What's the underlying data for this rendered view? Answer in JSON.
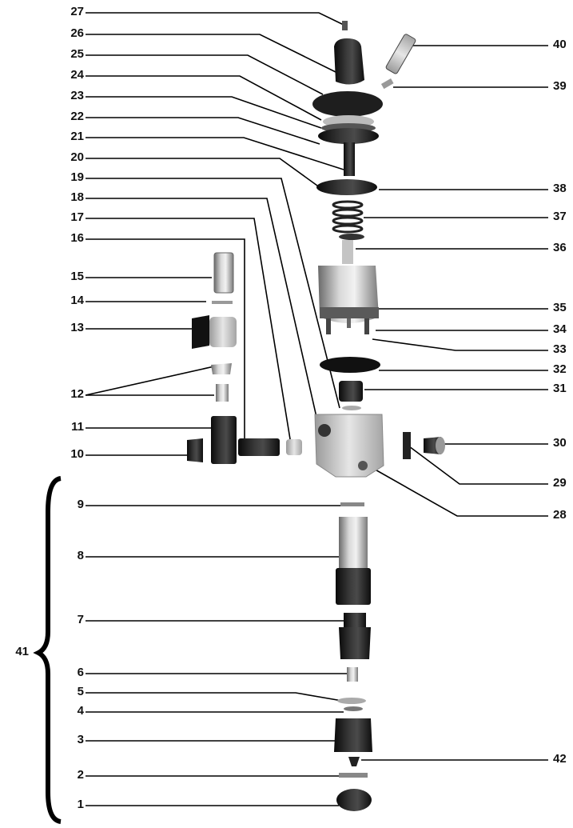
{
  "diagram": {
    "type": "exploded-parts-diagram",
    "callouts": [
      {
        "key": "c27",
        "text": "27"
      },
      {
        "key": "c26",
        "text": "26"
      },
      {
        "key": "c25",
        "text": "25"
      },
      {
        "key": "c24",
        "text": "24"
      },
      {
        "key": "c23",
        "text": "23"
      },
      {
        "key": "c22",
        "text": "22"
      },
      {
        "key": "c21",
        "text": "21"
      },
      {
        "key": "c20",
        "text": "20"
      },
      {
        "key": "c19",
        "text": "19"
      },
      {
        "key": "c18",
        "text": "18"
      },
      {
        "key": "c17",
        "text": "17"
      },
      {
        "key": "c16",
        "text": "16"
      },
      {
        "key": "c15",
        "text": "15"
      },
      {
        "key": "c14",
        "text": "14"
      },
      {
        "key": "c13",
        "text": "13"
      },
      {
        "key": "c12",
        "text": "12"
      },
      {
        "key": "c11",
        "text": "11"
      },
      {
        "key": "c10",
        "text": "10"
      },
      {
        "key": "c9",
        "text": "9"
      },
      {
        "key": "c8",
        "text": "8"
      },
      {
        "key": "c7",
        "text": "7"
      },
      {
        "key": "c6",
        "text": "6"
      },
      {
        "key": "c5",
        "text": "5"
      },
      {
        "key": "c4",
        "text": "4"
      },
      {
        "key": "c3",
        "text": "3"
      },
      {
        "key": "c2",
        "text": "2"
      },
      {
        "key": "c1",
        "text": "1"
      },
      {
        "key": "c40",
        "text": "40"
      },
      {
        "key": "c39",
        "text": "39"
      },
      {
        "key": "c38",
        "text": "38"
      },
      {
        "key": "c37",
        "text": "37"
      },
      {
        "key": "c36",
        "text": "36"
      },
      {
        "key": "c35",
        "text": "35"
      },
      {
        "key": "c34",
        "text": "34"
      },
      {
        "key": "c33",
        "text": "33"
      },
      {
        "key": "c32",
        "text": "32"
      },
      {
        "key": "c31",
        "text": "31"
      },
      {
        "key": "c30",
        "text": "30"
      },
      {
        "key": "c29",
        "text": "29"
      },
      {
        "key": "c28",
        "text": "28"
      },
      {
        "key": "c42",
        "text": "42"
      },
      {
        "key": "c41",
        "text": "41"
      }
    ]
  }
}
